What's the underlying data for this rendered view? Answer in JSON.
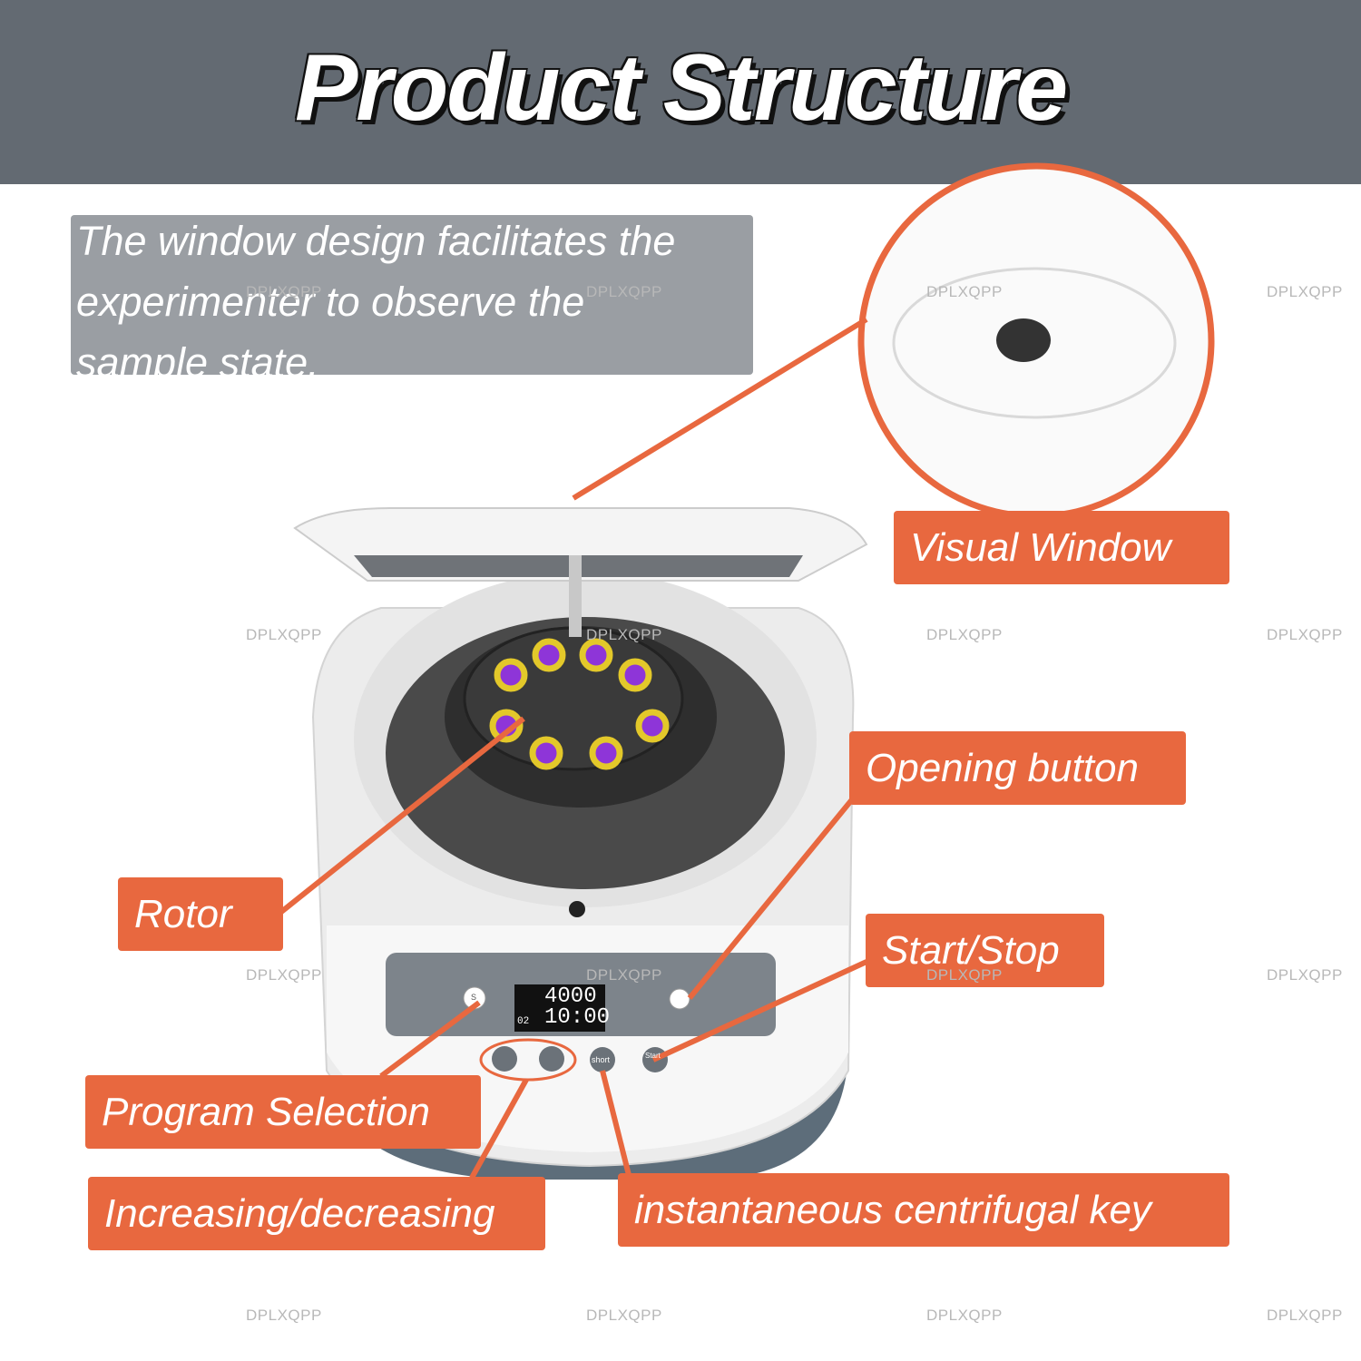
{
  "header": {
    "title": "Product Structure"
  },
  "description": {
    "lines": [
      "The window design facilitates the",
      "experimenter to observe the",
      "sample state."
    ]
  },
  "callouts": {
    "visual_window": "Visual Window",
    "opening_button": "Opening button",
    "rotor": "Rotor",
    "start_stop": "Start/Stop",
    "program_selection": "Program Selection",
    "increasing_decreasing": "Increasing/decreasing",
    "instantaneous_key": "instantaneous centrifugal key"
  },
  "display": {
    "speed": "4000",
    "time": "10:00",
    "program": "02"
  },
  "keys": {
    "short": "short",
    "start": "Start",
    "select": "S"
  },
  "watermark": "DPLXQPP",
  "colors": {
    "banner": "#636a72",
    "callout": "#e8683f",
    "note_box": "#9a9ea3",
    "tube": "#8e35d8",
    "tube_ring": "#e3c82a"
  }
}
